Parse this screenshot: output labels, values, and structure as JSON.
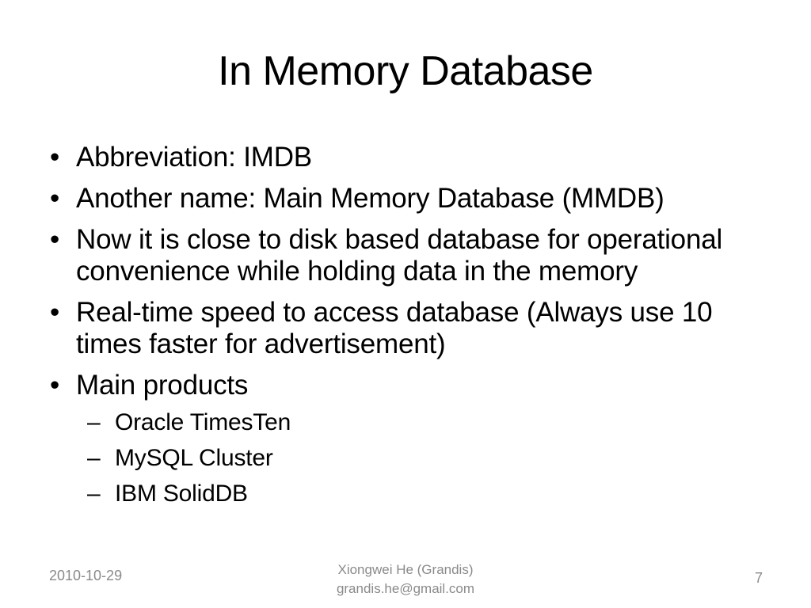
{
  "slide": {
    "title": "In Memory Database",
    "bullet_glyphs": {
      "level1": "•",
      "level2": "–"
    },
    "bullets": [
      {
        "level": 1,
        "text": "Abbreviation: IMDB"
      },
      {
        "level": 1,
        "text": "Another name: Main Memory Database (MMDB)"
      },
      {
        "level": 1,
        "text": "Now it is close to disk based database for operational convenience while holding data in the memory"
      },
      {
        "level": 1,
        "text": "Real-time speed to access database (Always use 10 times faster for advertisement)"
      },
      {
        "level": 1,
        "text": "Main products"
      },
      {
        "level": 2,
        "text": "Oracle TimesTen"
      },
      {
        "level": 2,
        "text": "MySQL Cluster"
      },
      {
        "level": 2,
        "text": "IBM SolidDB"
      }
    ],
    "footer": {
      "date": "2010-10-29",
      "author_line1": "Xiongwei He (Grandis)",
      "author_line2": "grandis.he@gmail.com",
      "slide_number": "7"
    },
    "colors": {
      "background": "#ffffff",
      "text": "#000000",
      "footer_text": "#8a8a8a"
    }
  }
}
